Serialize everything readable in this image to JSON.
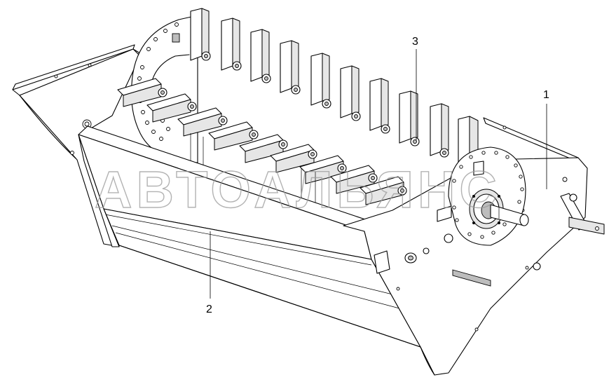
{
  "callouts": [
    {
      "number": "1"
    },
    {
      "number": "2"
    },
    {
      "number": "3"
    }
  ],
  "watermark": {
    "text": "АВТОАЛЬЯНС"
  },
  "colors": {
    "line": "#000000",
    "fill_light": "#e6e6e6",
    "fill_dark": "#bdbdbd",
    "watermark": "#9a9a9a"
  }
}
